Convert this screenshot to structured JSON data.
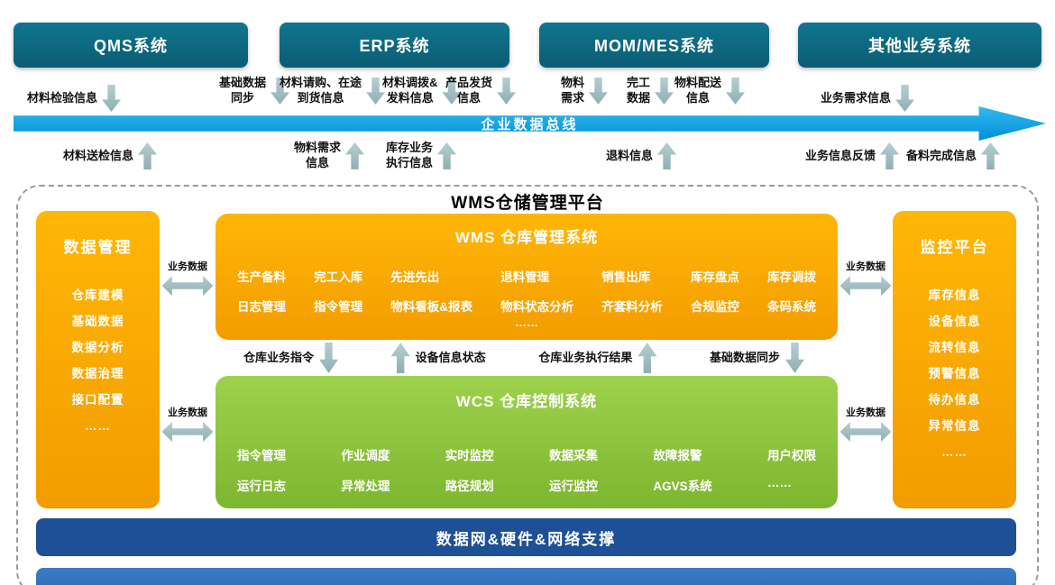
{
  "colors": {
    "system_teal": "#0d6a83",
    "bus_blue": "#00a0e6",
    "module_orange": "#f9a800",
    "wcs_green": "#8cc63f",
    "support_blue": "#1d5096",
    "flow_arrow": "#9ab7bb"
  },
  "top_systems": [
    {
      "label": "QMS系统"
    },
    {
      "label": "ERP系统"
    },
    {
      "label": "MOM/MES系统"
    },
    {
      "label": "其他业务系统"
    }
  ],
  "bus": {
    "label": "企业数据总线"
  },
  "flows_down": [
    {
      "label": "材料检验信息"
    },
    {
      "label": "基础数据\n同步"
    },
    {
      "label": "材料请购、在途\n到货信息"
    },
    {
      "label": "材料调拨&\n发料信息"
    },
    {
      "label": "产品发货\n信息"
    },
    {
      "label": "物料\n需求"
    },
    {
      "label": "完工\n数据"
    },
    {
      "label": "物料配送\n信息"
    },
    {
      "label": "业务需求信息"
    }
  ],
  "flows_up": [
    {
      "label": "材料送检信息"
    },
    {
      "label": "物料需求\n信息"
    },
    {
      "label": "库存业务\n执行信息"
    },
    {
      "label": "退料信息"
    },
    {
      "label": "业务信息反馈"
    },
    {
      "label": "备料完成信息"
    }
  ],
  "platform": {
    "title": "WMS仓储管理平台",
    "data_management": {
      "title": "数据管理",
      "items": [
        "仓库建模",
        "基础数据",
        "数据分析",
        "数据治理",
        "接口配置",
        "……"
      ]
    },
    "wms": {
      "title": "WMS 仓库管理系统",
      "row1": [
        "生产备料",
        "完工入库",
        "先进先出",
        "退料管理",
        "销售出库",
        "库存盘点",
        "库存调拨"
      ],
      "row2": [
        "日志管理",
        "指令管理",
        "物料看板&报表",
        "物料状态分析",
        "齐套料分析",
        "合规监控",
        "条码系统"
      ],
      "more": "……"
    },
    "wcs": {
      "title": "WCS 仓库控制系统",
      "row1": [
        "指令管理",
        "作业调度",
        "实时监控",
        "数据采集",
        "故障报警",
        "用户权限"
      ],
      "row2": [
        "运行日志",
        "异常处理",
        "路径规划",
        "运行监控",
        "AGVS系统",
        "……"
      ]
    },
    "monitoring": {
      "title": "监控平台",
      "items": [
        "库存信息",
        "设备信息",
        "流转信息",
        "预警信息",
        "待办信息",
        "异常信息",
        "……"
      ]
    },
    "wms_wcs_flows": [
      {
        "label": "仓库业务指令",
        "direction": "down"
      },
      {
        "label": "设备信息状态",
        "direction": "up"
      },
      {
        "label": "仓库业务执行结果",
        "direction": "up"
      },
      {
        "label": "基础数据同步",
        "direction": "down"
      }
    ],
    "side_links": [
      {
        "label": "业务数据"
      },
      {
        "label": "业务数据"
      },
      {
        "label": "业务数据"
      },
      {
        "label": "业务数据"
      }
    ]
  },
  "support": {
    "label": "数据网&硬件&网络支撑"
  }
}
